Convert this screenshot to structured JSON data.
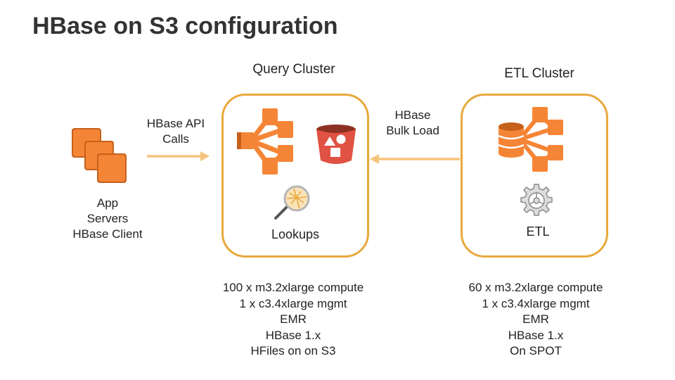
{
  "slide": {
    "title": "HBase on S3 configuration"
  },
  "app_servers": {
    "label_lines": [
      "App",
      "Servers",
      "HBase Client"
    ],
    "icon": "ec2-instances-icon"
  },
  "api_arrow": {
    "label_lines": [
      "HBase API",
      "Calls"
    ],
    "color": "#f5c47b"
  },
  "query_cluster": {
    "title": "Query Cluster",
    "icons": [
      "emr-cluster-icon",
      "s3-bucket-icon",
      "magnifier-icon"
    ],
    "inner_label": "Lookups",
    "specs": [
      "100 x m3.2xlarge compute",
      "1 x c3.4xlarge mgmt",
      "EMR",
      "HBase 1.x",
      "HFiles on on S3"
    ]
  },
  "bulk_load_arrow": {
    "label_lines": [
      "HBase",
      "Bulk Load"
    ],
    "color": "#f5c47b"
  },
  "etl_cluster": {
    "title": "ETL Cluster",
    "icons": [
      "emr-database-icon",
      "gear-icon"
    ],
    "inner_label": "ETL",
    "specs": [
      "60 x m3.2xlarge compute",
      "1 x c3.4xlarge mgmt",
      "EMR",
      "HBase 1.x",
      "On SPOT"
    ]
  },
  "colors": {
    "accent": "#e8a93c",
    "aws_orange": "#f58536",
    "aws_orange_dark": "#c6611c",
    "s3_red": "#e05243"
  }
}
